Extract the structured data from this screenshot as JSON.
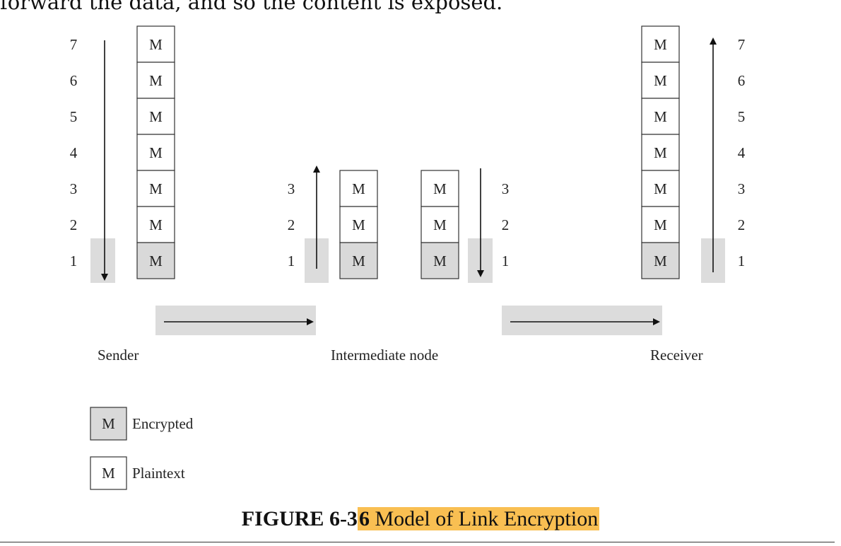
{
  "page": {
    "top_text": "forward the data, and so the content is exposed."
  },
  "diagram": {
    "cell_label": "M",
    "sender_layers": [
      "7",
      "6",
      "5",
      "4",
      "3",
      "2",
      "1"
    ],
    "intermediate_layers": [
      "3",
      "2",
      "1"
    ],
    "receiver_layers": [
      "7",
      "6",
      "5",
      "4",
      "3",
      "2",
      "1"
    ],
    "nodes": {
      "sender": "Sender",
      "intermediate": "Intermediate node",
      "receiver": "Receiver"
    },
    "legend": {
      "encrypted": "Encrypted",
      "plaintext": "Plaintext"
    },
    "colors": {
      "encrypted_fill": "#d9d9d9",
      "plaintext_fill": "#ffffff",
      "shade": "#dcdcdc",
      "highlight": "#f9bf52"
    }
  },
  "caption": {
    "label": "FIGURE 6-3",
    "label_highlighted_digit": "6",
    "title": " Model of Link Encryption"
  }
}
